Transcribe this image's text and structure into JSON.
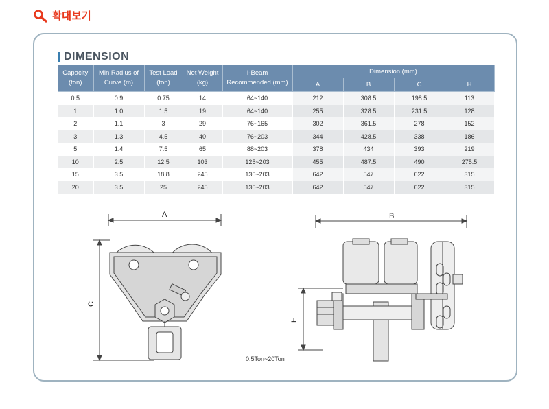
{
  "zoom_link": {
    "label": "확대보기",
    "icon": "magnifier-icon"
  },
  "section": {
    "title": "DIMENSION"
  },
  "table": {
    "headers": {
      "capacity": [
        "Capacity",
        "(ton)"
      ],
      "min_radius": [
        "Min.Radius of",
        "Curve (m)"
      ],
      "test_load": [
        "Test Load",
        "(ton)"
      ],
      "net_weight": [
        "Net Weight",
        "(kg)"
      ],
      "ibeam": [
        "I-Beam",
        "Recommended (mm)"
      ],
      "dimension": "Dimension (mm)",
      "dim_cols": [
        "A",
        "B",
        "C",
        "H"
      ]
    },
    "rows": [
      [
        "0.5",
        "0.9",
        "0.75",
        "14",
        "64~140",
        "212",
        "308.5",
        "198.5",
        "113"
      ],
      [
        "1",
        "1.0",
        "1.5",
        "19",
        "64~140",
        "255",
        "328.5",
        "231.5",
        "128"
      ],
      [
        "2",
        "1.1",
        "3",
        "29",
        "76~165",
        "302",
        "361.5",
        "278",
        "152"
      ],
      [
        "3",
        "1.3",
        "4.5",
        "40",
        "76~203",
        "344",
        "428.5",
        "338",
        "186"
      ],
      [
        "5",
        "1.4",
        "7.5",
        "65",
        "88~203",
        "378",
        "434",
        "393",
        "219"
      ],
      [
        "10",
        "2.5",
        "12.5",
        "103",
        "125~203",
        "455",
        "487.5",
        "490",
        "275.5"
      ],
      [
        "15",
        "3.5",
        "18.8",
        "245",
        "136~203",
        "642",
        "547",
        "622",
        "315"
      ],
      [
        "20",
        "3.5",
        "25",
        "245",
        "136~203",
        "642",
        "547",
        "622",
        "315"
      ]
    ]
  },
  "drawing": {
    "label_a": "A",
    "label_b": "B",
    "label_c": "C",
    "label_h": "H",
    "caption": "0.5Ton~20Ton"
  },
  "colors": {
    "accent": "#e8391d",
    "header_bg": "#6c8cae",
    "frame": "#9fb3c0"
  }
}
